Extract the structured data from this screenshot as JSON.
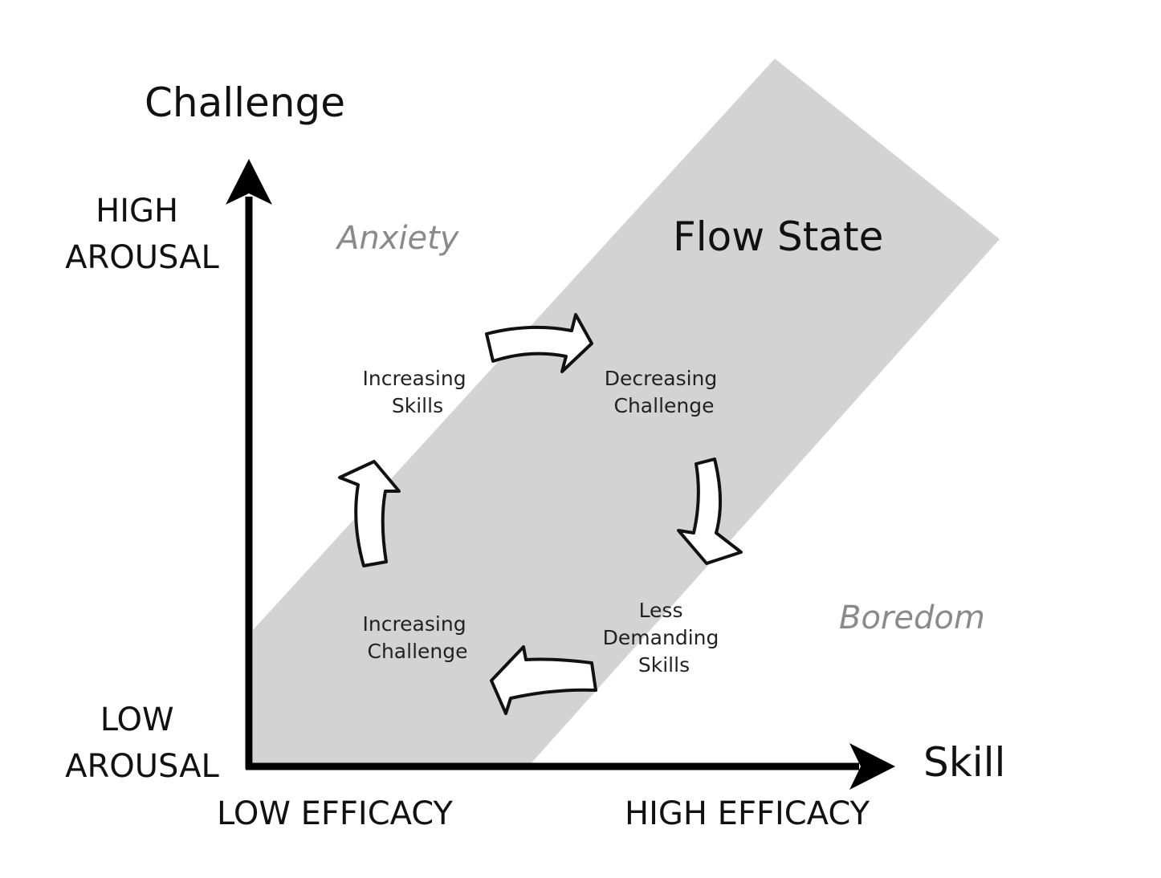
{
  "axes": {
    "y_title": "Challenge",
    "x_title": "Skill",
    "y_high": [
      "HIGH",
      "AROUSAL"
    ],
    "y_low": [
      "LOW",
      "AROUSAL"
    ],
    "x_low": "LOW EFFICACY",
    "x_high": "HIGH EFFICACY"
  },
  "regions": {
    "anxiety": "Anxiety",
    "flow": "Flow State",
    "boredom": "Boredom"
  },
  "cycle": {
    "increasing_skills": [
      "Increasing",
      "Skills"
    ],
    "decreasing_challenge": [
      "Decreasing",
      "Challenge"
    ],
    "less_demanding_skills": [
      "Less",
      "Demanding",
      "Skills"
    ],
    "increasing_challenge": [
      "Increasing",
      "Challenge"
    ]
  },
  "colors": {
    "band": "#d3d3d3",
    "axis": "#000000",
    "region_text": "#8a8a8a"
  }
}
